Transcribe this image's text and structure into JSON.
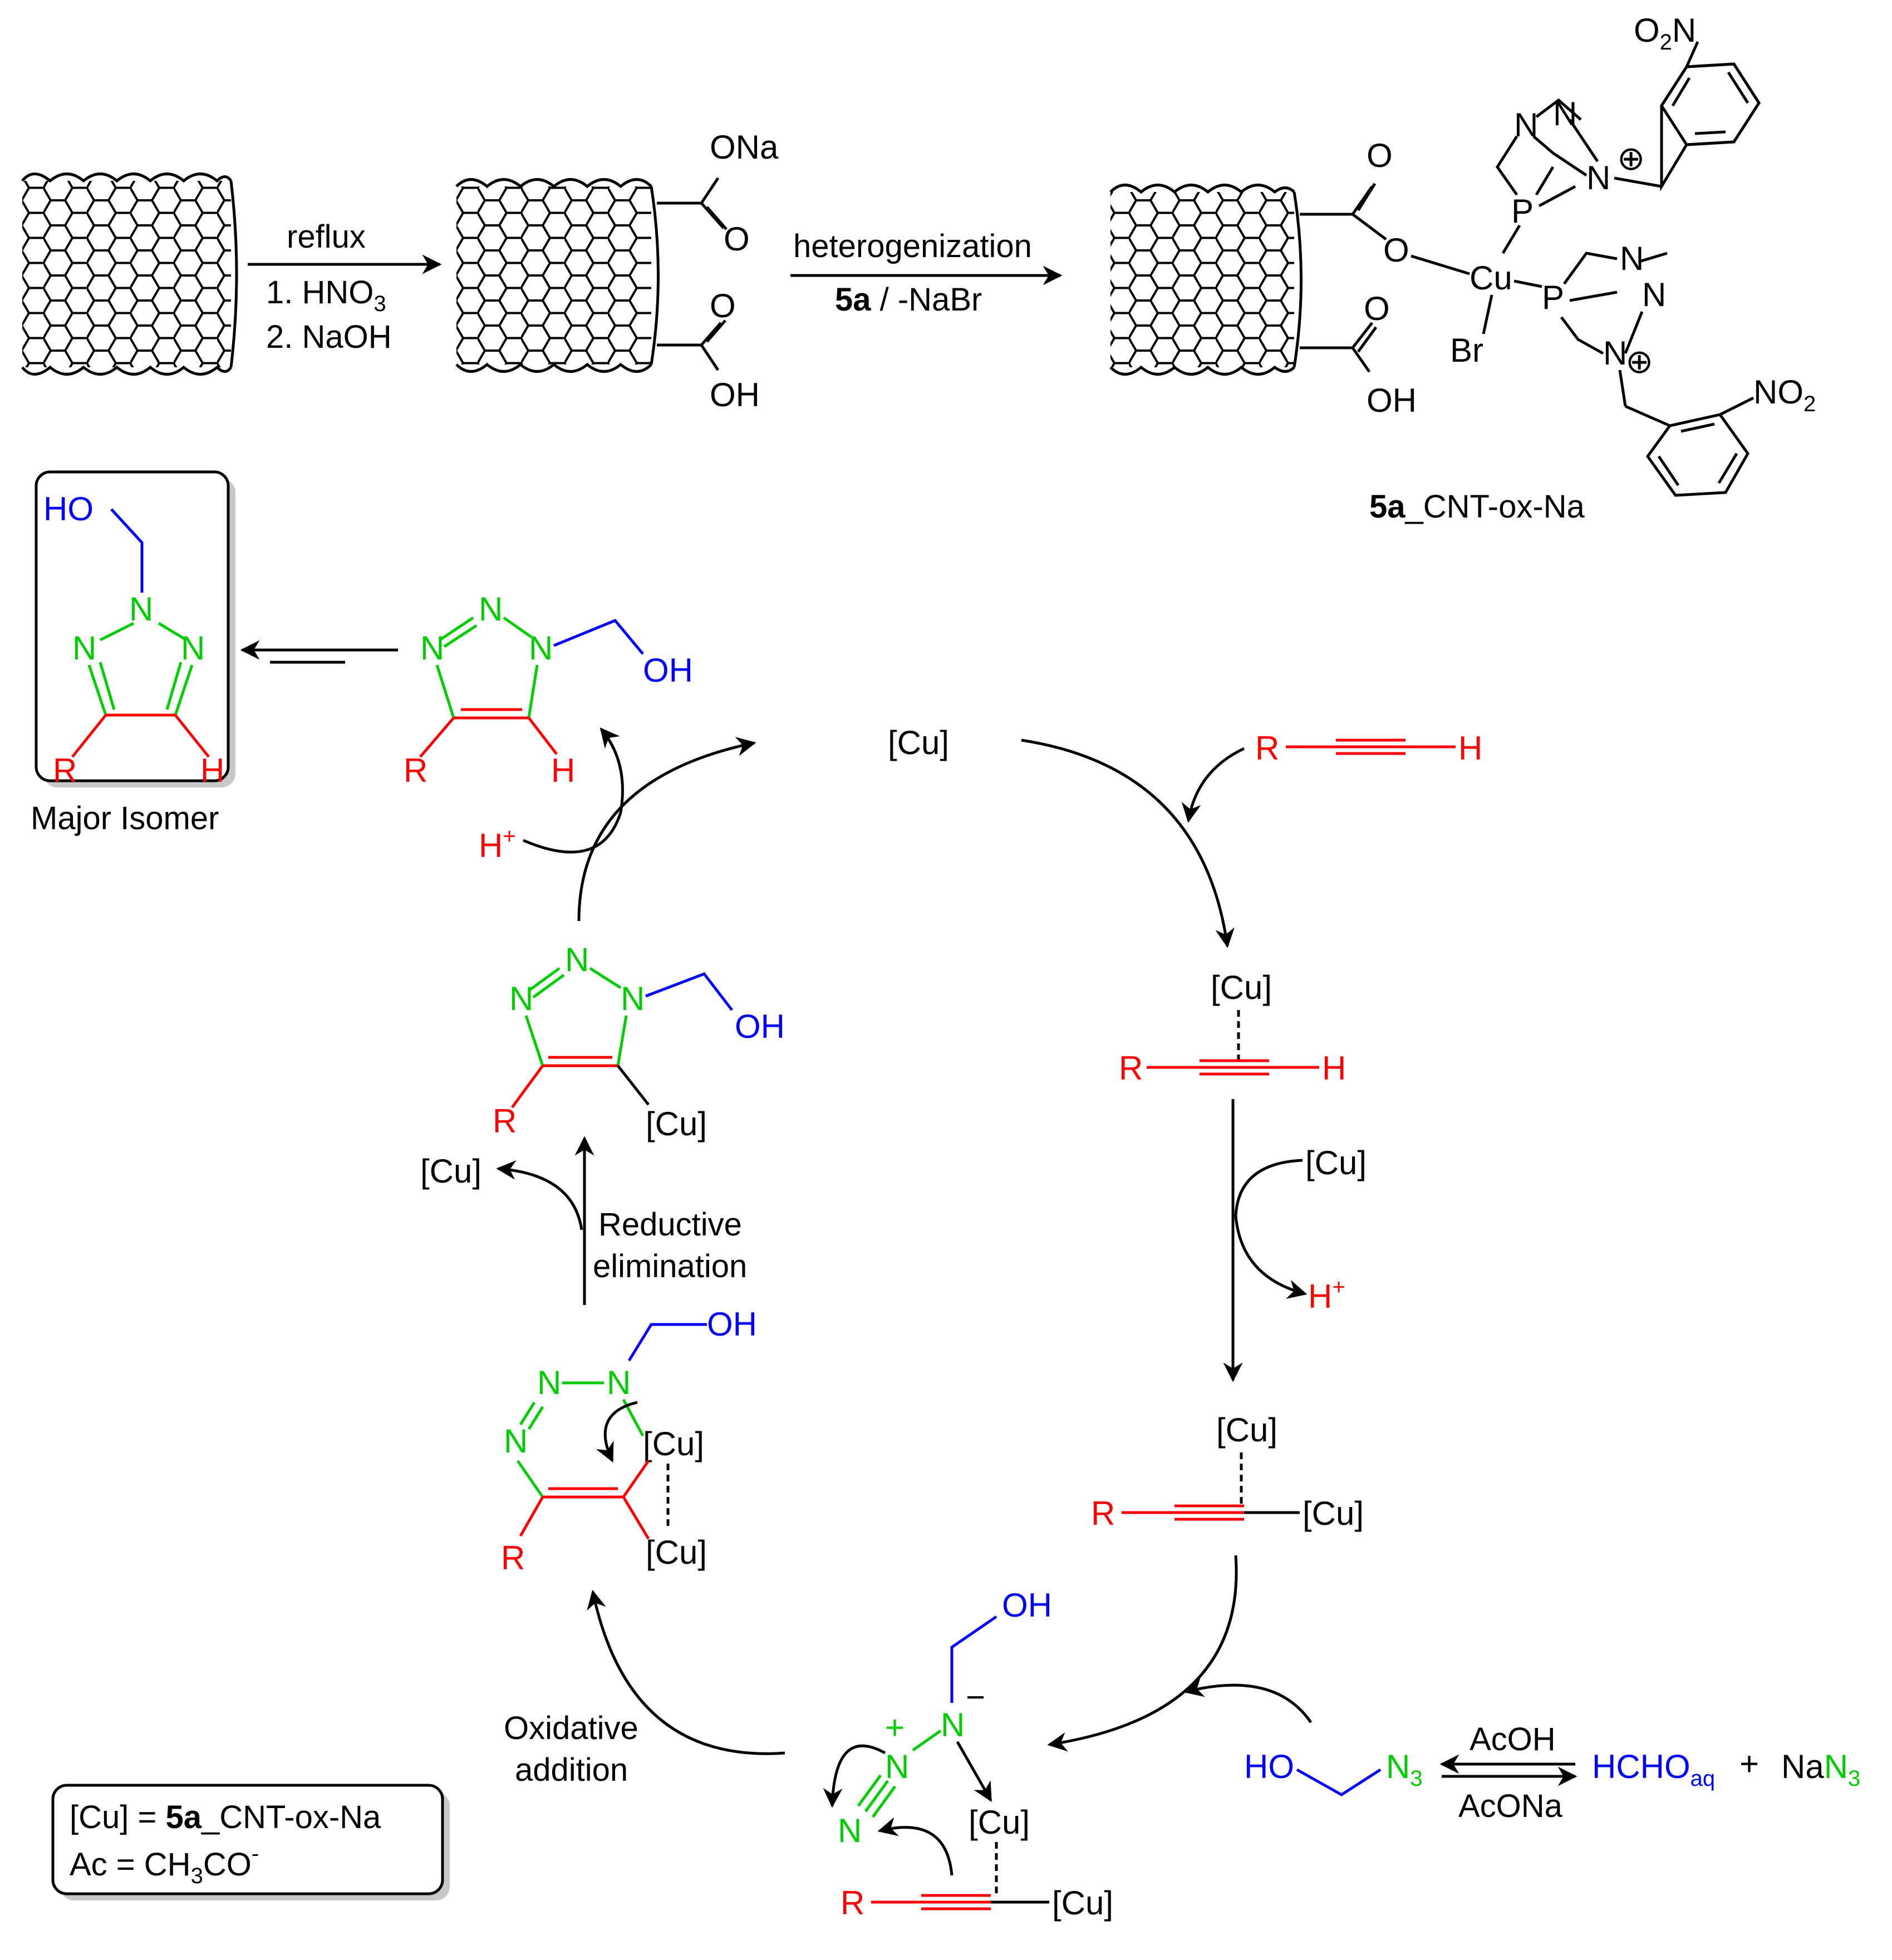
{
  "top_scheme": {
    "step1_conditions": {
      "line1": "reflux",
      "line2": "1. HNO",
      "line2_sub": "3",
      "line3": "2. NaOH"
    },
    "step2_conditions": {
      "line1": "heterogenization",
      "bold": "5a",
      "rest": " / -NaBr"
    },
    "intermediate_groups": {
      "top": "ONa",
      "top_o": "O",
      "bottom_o": "O",
      "bottom": "OH"
    },
    "catalyst_atoms": {
      "o_carbonyl": "O",
      "o_link": "O",
      "o_acid": "O",
      "oh_acid": "OH",
      "cu": "Cu",
      "br": "Br",
      "p": "P",
      "n": "N",
      "plus": "⊕",
      "no2": "NO",
      "no2_sub": "2",
      "o2n_o": "O",
      "o2n_sub": "2",
      "o2n_n": "N"
    },
    "catalyst_label": {
      "bold": "5a",
      "rest": "_CNT-ox-Na"
    }
  },
  "isomer_box": {
    "ho": "HO",
    "n": "N",
    "r": "R",
    "h": "H",
    "caption": "Major Isomer"
  },
  "cycle": {
    "cu_top": "[Cu]",
    "alkyne": {
      "r": "R",
      "h": "H"
    },
    "pi_complex": {
      "cu": "[Cu]",
      "r": "R",
      "h": "H"
    },
    "deprotonation": {
      "cu": "[Cu]",
      "hplus": "H",
      "plus": "+"
    },
    "acetylide": {
      "cu_top": "[Cu]",
      "r": "R",
      "cu_right": "[Cu]"
    },
    "azide_complex": {
      "oh": "OH",
      "n": "N",
      "minus": "−",
      "plus": "+",
      "cu": "[Cu]",
      "r": "R",
      "cu_bottom": "[Cu]"
    },
    "metallacycle": {
      "oh": "OH",
      "n": "N",
      "cu1": "[Cu]",
      "cu2": "[Cu]",
      "r": "R"
    },
    "triazolide": {
      "oh": "OH",
      "n": "N",
      "r": "R",
      "cu": "[Cu]"
    },
    "product": {
      "oh": "OH",
      "n": "N",
      "r": "R",
      "h": "H"
    },
    "hplus": {
      "h": "H",
      "plus": "+"
    },
    "cu_released": "[Cu]",
    "reductive_elimination": {
      "line1": "Reductive",
      "line2": "elimination"
    },
    "oxidative_addition": {
      "line1": "Oxidative",
      "line2": "addition"
    }
  },
  "azide_equilibrium": {
    "ho": "HO",
    "n3": "N",
    "n3_sub": "3",
    "acoh": "AcOH",
    "acona": "AcONa",
    "hcho": "HCHO",
    "hcho_sub": "aq",
    "plus": "+",
    "nan3_na": "Na",
    "nan3_n": "N",
    "nan3_sub": "3"
  },
  "legend_box": {
    "line1_pre": "[Cu] = ",
    "line1_bold": "5a",
    "line1_rest": "_CNT-ox-Na",
    "line2_pre": "Ac = CH",
    "line2_sub": "3",
    "line2_rest": "CO",
    "line2_sup": "-"
  },
  "colors": {
    "red": "#ff0000",
    "green": "#00cc00",
    "blue": "#0000ff",
    "black": "#000000"
  }
}
